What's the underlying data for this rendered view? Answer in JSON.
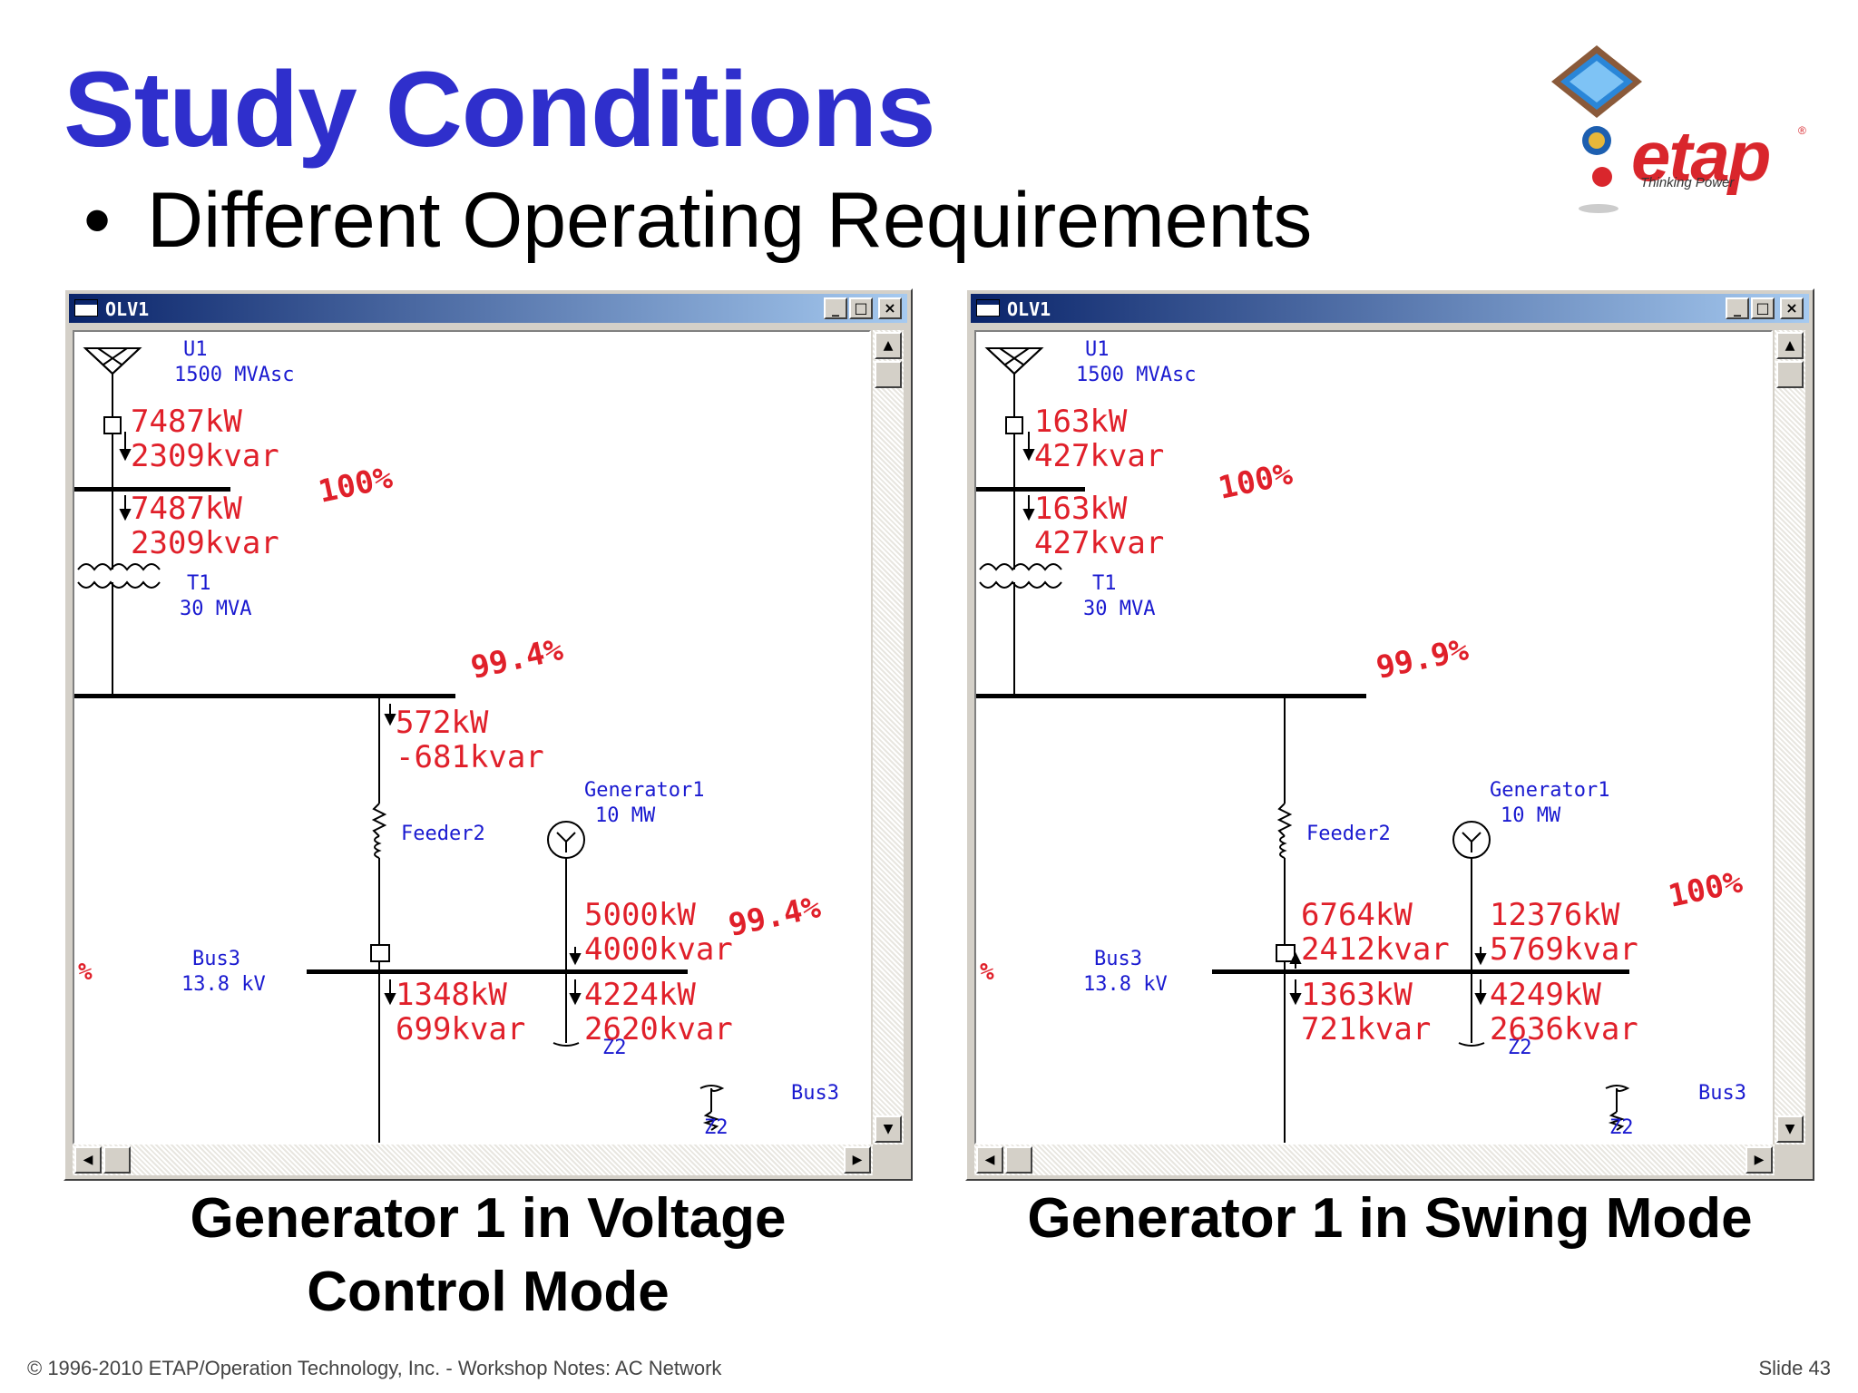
{
  "slide": {
    "title": "Study Conditions",
    "bullet": "Different Operating Requirements",
    "footer": "© 1996-2010 ETAP/Operation Technology, Inc. - Workshop Notes: AC Network",
    "slide_number": "Slide 43"
  },
  "logo": {
    "word": "etap",
    "tagline": "Thinking Power",
    "registered": "®"
  },
  "colors": {
    "title": "#2f2fcc",
    "result": "#e0202a",
    "label": "#1a1ad0",
    "window_title": "#0a246a"
  },
  "panels": [
    {
      "window_title": "OLV1",
      "caption_line1": "Generator 1 in Voltage",
      "caption_line2": "Control Mode",
      "u1": {
        "name": "U1",
        "rating": "1500 MVAsc",
        "kw": "7487kW",
        "kvar": "2309kvar"
      },
      "t1": {
        "name": "T1",
        "rating": "30 MVA",
        "kw": "7487kW",
        "kvar": "2309kvar"
      },
      "bus1_pct": "100%",
      "bus2_pct": "99.4%",
      "feeder": {
        "name": "Feeder2",
        "kw": "572kW",
        "kvar": "-681kvar"
      },
      "gen": {
        "name": "Generator1",
        "rating": "10 MW",
        "kw": "5000kW",
        "kvar": "4000kvar"
      },
      "bus3": {
        "name": "Bus3",
        "voltage": "13.8 kV",
        "pct": "99.4%"
      },
      "load1": {
        "kw": "1348kW",
        "kvar": "699kvar"
      },
      "load2": {
        "kw": "4224kW",
        "kvar": "2620kvar",
        "name": "Z2"
      },
      "edge_pct": "%",
      "bus3b": "Bus3",
      "z2b": "Z2"
    },
    {
      "window_title": "OLV1",
      "caption_line1": "Generator 1 in Swing Mode",
      "caption_line2": "",
      "u1": {
        "name": "U1",
        "rating": "1500 MVAsc",
        "kw": "163kW",
        "kvar": "427kvar"
      },
      "t1": {
        "name": "T1",
        "rating": "30 MVA",
        "kw": "163kW",
        "kvar": "427kvar"
      },
      "bus1_pct": "100%",
      "bus2_pct": "99.9%",
      "feeder": {
        "name": "Feeder2",
        "kw": "6764kW",
        "kvar": "2412kvar"
      },
      "gen": {
        "name": "Generator1",
        "rating": "10 MW",
        "kw": "12376kW",
        "kvar": "5769kvar"
      },
      "bus3": {
        "name": "Bus3",
        "voltage": "13.8 kV",
        "pct": "100%"
      },
      "load1": {
        "kw": "1363kW",
        "kvar": "721kvar"
      },
      "load2": {
        "kw": "4249kW",
        "kvar": "2636kvar",
        "name": "Z2"
      },
      "edge_pct": "%",
      "bus3b": "Bus3",
      "z2b": "Z2"
    }
  ]
}
